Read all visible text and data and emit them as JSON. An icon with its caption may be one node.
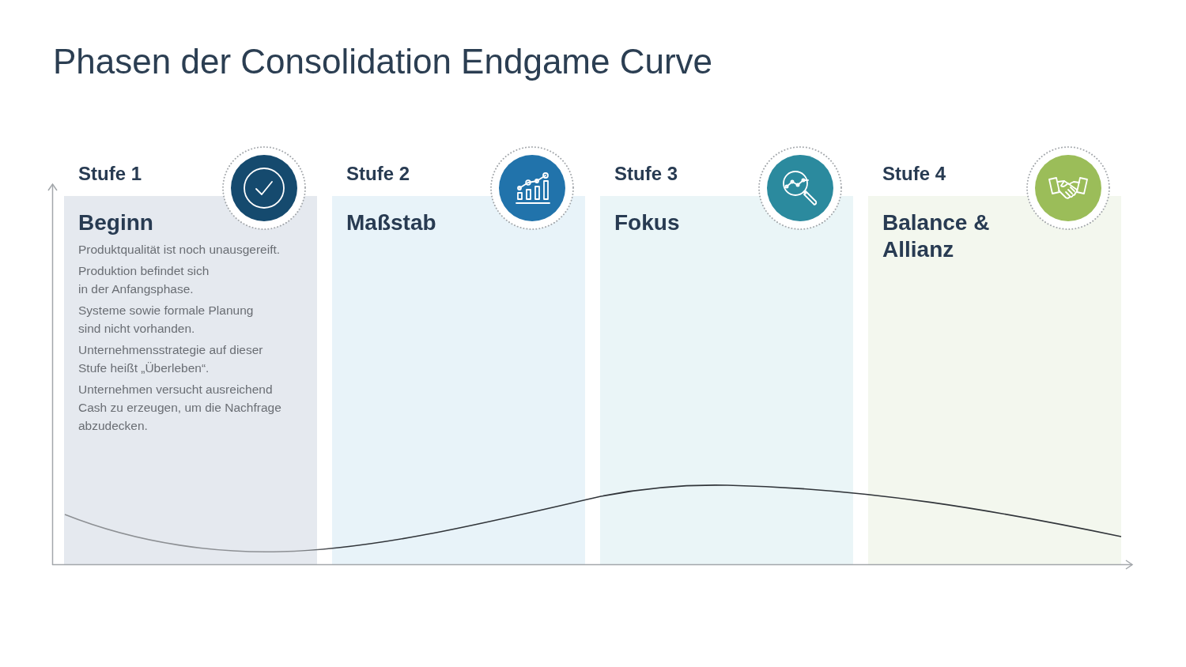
{
  "diagram": {
    "title": "Phasen der Consolidation Endgame Curve",
    "nodes": [
      {
        "text": [
          "Stufe 1",
          "Beginn",
          "Produktqualität ist noch unausgereift.",
          "Produktion befindet sich in der Anfangsphase.",
          "Systeme sowie formale Planung sind nicht vorhanden.",
          "Unternehmensstrategie auf dieser Stufe heißt „Überleben“.",
          "Unternehmen versucht ausreichend Cash zu erzeugen, um die Nachfrage abzudecken."
        ]
      },
      {
        "text": [
          "Stufe 2",
          "Maßstab"
        ]
      },
      {
        "text": [
          "Stufe 3",
          "Fokus"
        ]
      },
      {
        "text": [
          "Stufe 4",
          "Balance & Allianz"
        ]
      }
    ]
  }
}
